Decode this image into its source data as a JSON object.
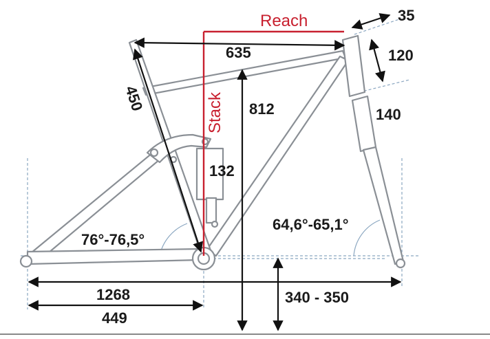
{
  "labels": {
    "reach": "Reach",
    "stack": "Stack",
    "top_tube": "635",
    "stack_value": "812",
    "seat_tube": "450",
    "shock": "132",
    "head_tube": "140",
    "stem_offset": "35",
    "fork_travel": "120",
    "seat_angle": "76°-76,5°",
    "head_angle": "64,6°-65,1°",
    "wheelbase": "1268",
    "chainstay": "449",
    "bb_height": "340 - 350"
  },
  "colors": {
    "red": "#c8202f",
    "frame": "#8a8f95",
    "guide": "#8aa6c0",
    "text": "#1a1a1a"
  }
}
